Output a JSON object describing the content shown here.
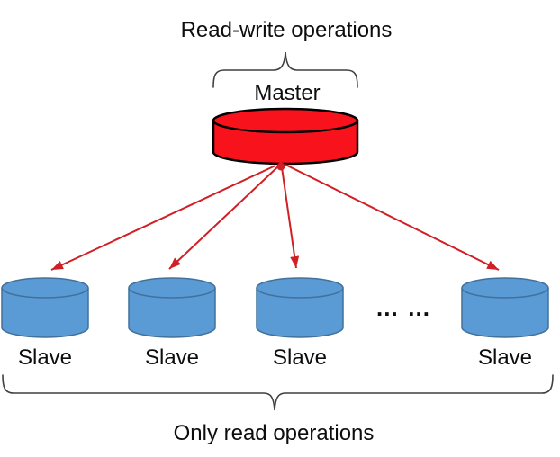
{
  "diagram": {
    "top_caption": "Read-write operations",
    "master_label": "Master",
    "slaves": [
      {
        "label": "Slave"
      },
      {
        "label": "Slave"
      },
      {
        "label": "Slave"
      },
      {
        "label": "Slave"
      }
    ],
    "ellipsis": "… …",
    "bottom_caption": "Only read operations"
  },
  "colors": {
    "master_fill": "#f8121c",
    "master_stroke": "#000000",
    "slave_fill": "#5b9bd5",
    "slave_stroke": "#41719c",
    "arrow": "#d01f25",
    "brace": "#3f3f3f",
    "text": "#0d0d0d",
    "background": "#ffffff"
  }
}
